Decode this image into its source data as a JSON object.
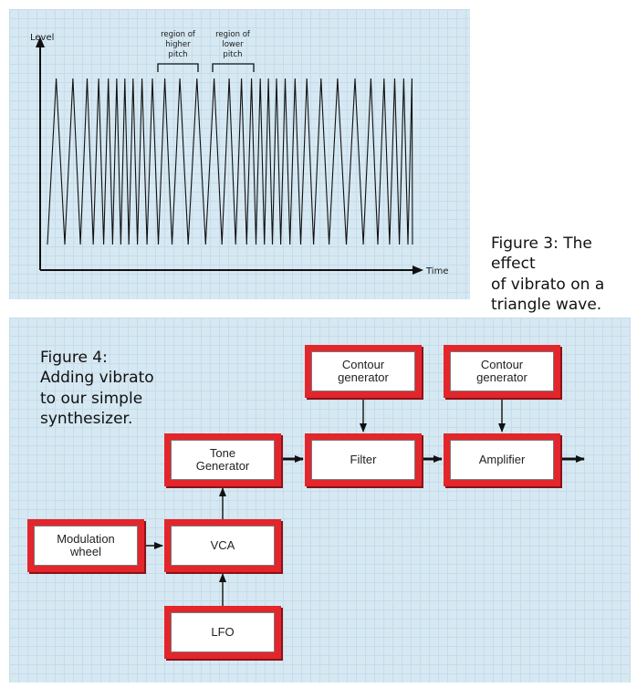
{
  "figure3": {
    "caption": "Figure 3: The effect\nof vibrato on a\ntriangle wave.",
    "y_axis_label": "Level",
    "x_axis_label": "Time",
    "annotation_higher": [
      "region of",
      "higher",
      "pitch"
    ],
    "annotation_lower": [
      "region of",
      "lower",
      "pitch"
    ]
  },
  "figure4": {
    "caption": "Figure 4:\nAdding vibrato\nto our simple\nsynthesizer.",
    "blocks": {
      "contour1": "Contour\ngenerator",
      "contour2": "Contour\ngenerator",
      "tone": "Tone\nGenerator",
      "filter": "Filter",
      "amplifier": "Amplifier",
      "modwheel": "Modulation\nwheel",
      "vca": "VCA",
      "lfo": "LFO"
    }
  },
  "colors": {
    "panel": "#dcebf4",
    "block_border": "#e2262c",
    "block_fill": "#ffffff",
    "line": "#111111"
  }
}
